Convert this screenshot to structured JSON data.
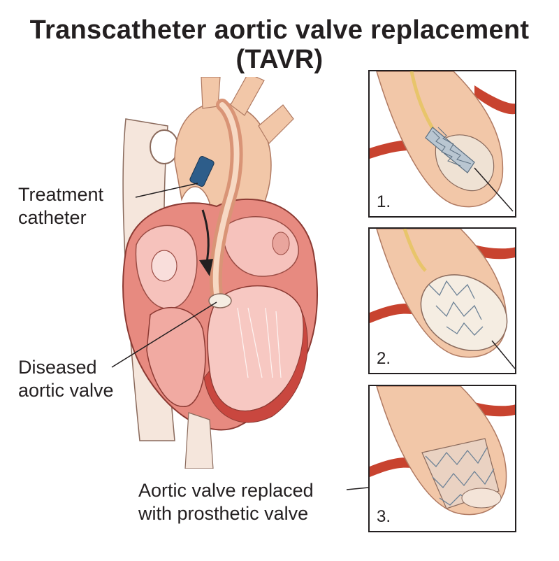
{
  "title": {
    "line1": "Transcatheter aortic valve replacement",
    "line2": "(TAVR)"
  },
  "labels": {
    "catheter": [
      "Treatment",
      "catheter"
    ],
    "diseased": [
      "Diseased",
      "aortic valve"
    ],
    "replaced": [
      "Aortic valve replaced",
      "with prosthetic valve"
    ]
  },
  "steps": [
    "1.",
    "2.",
    "3."
  ],
  "colors": {
    "vessel": "#f2c7a8",
    "vessel_dark": "#d99476",
    "myocardium": "#cf5a52",
    "chamber": "#f2b3ac",
    "artery_red": "#c8432f",
    "stent": "#7f94a8",
    "balloon": "#f5ede2",
    "outline": "#231f20"
  }
}
